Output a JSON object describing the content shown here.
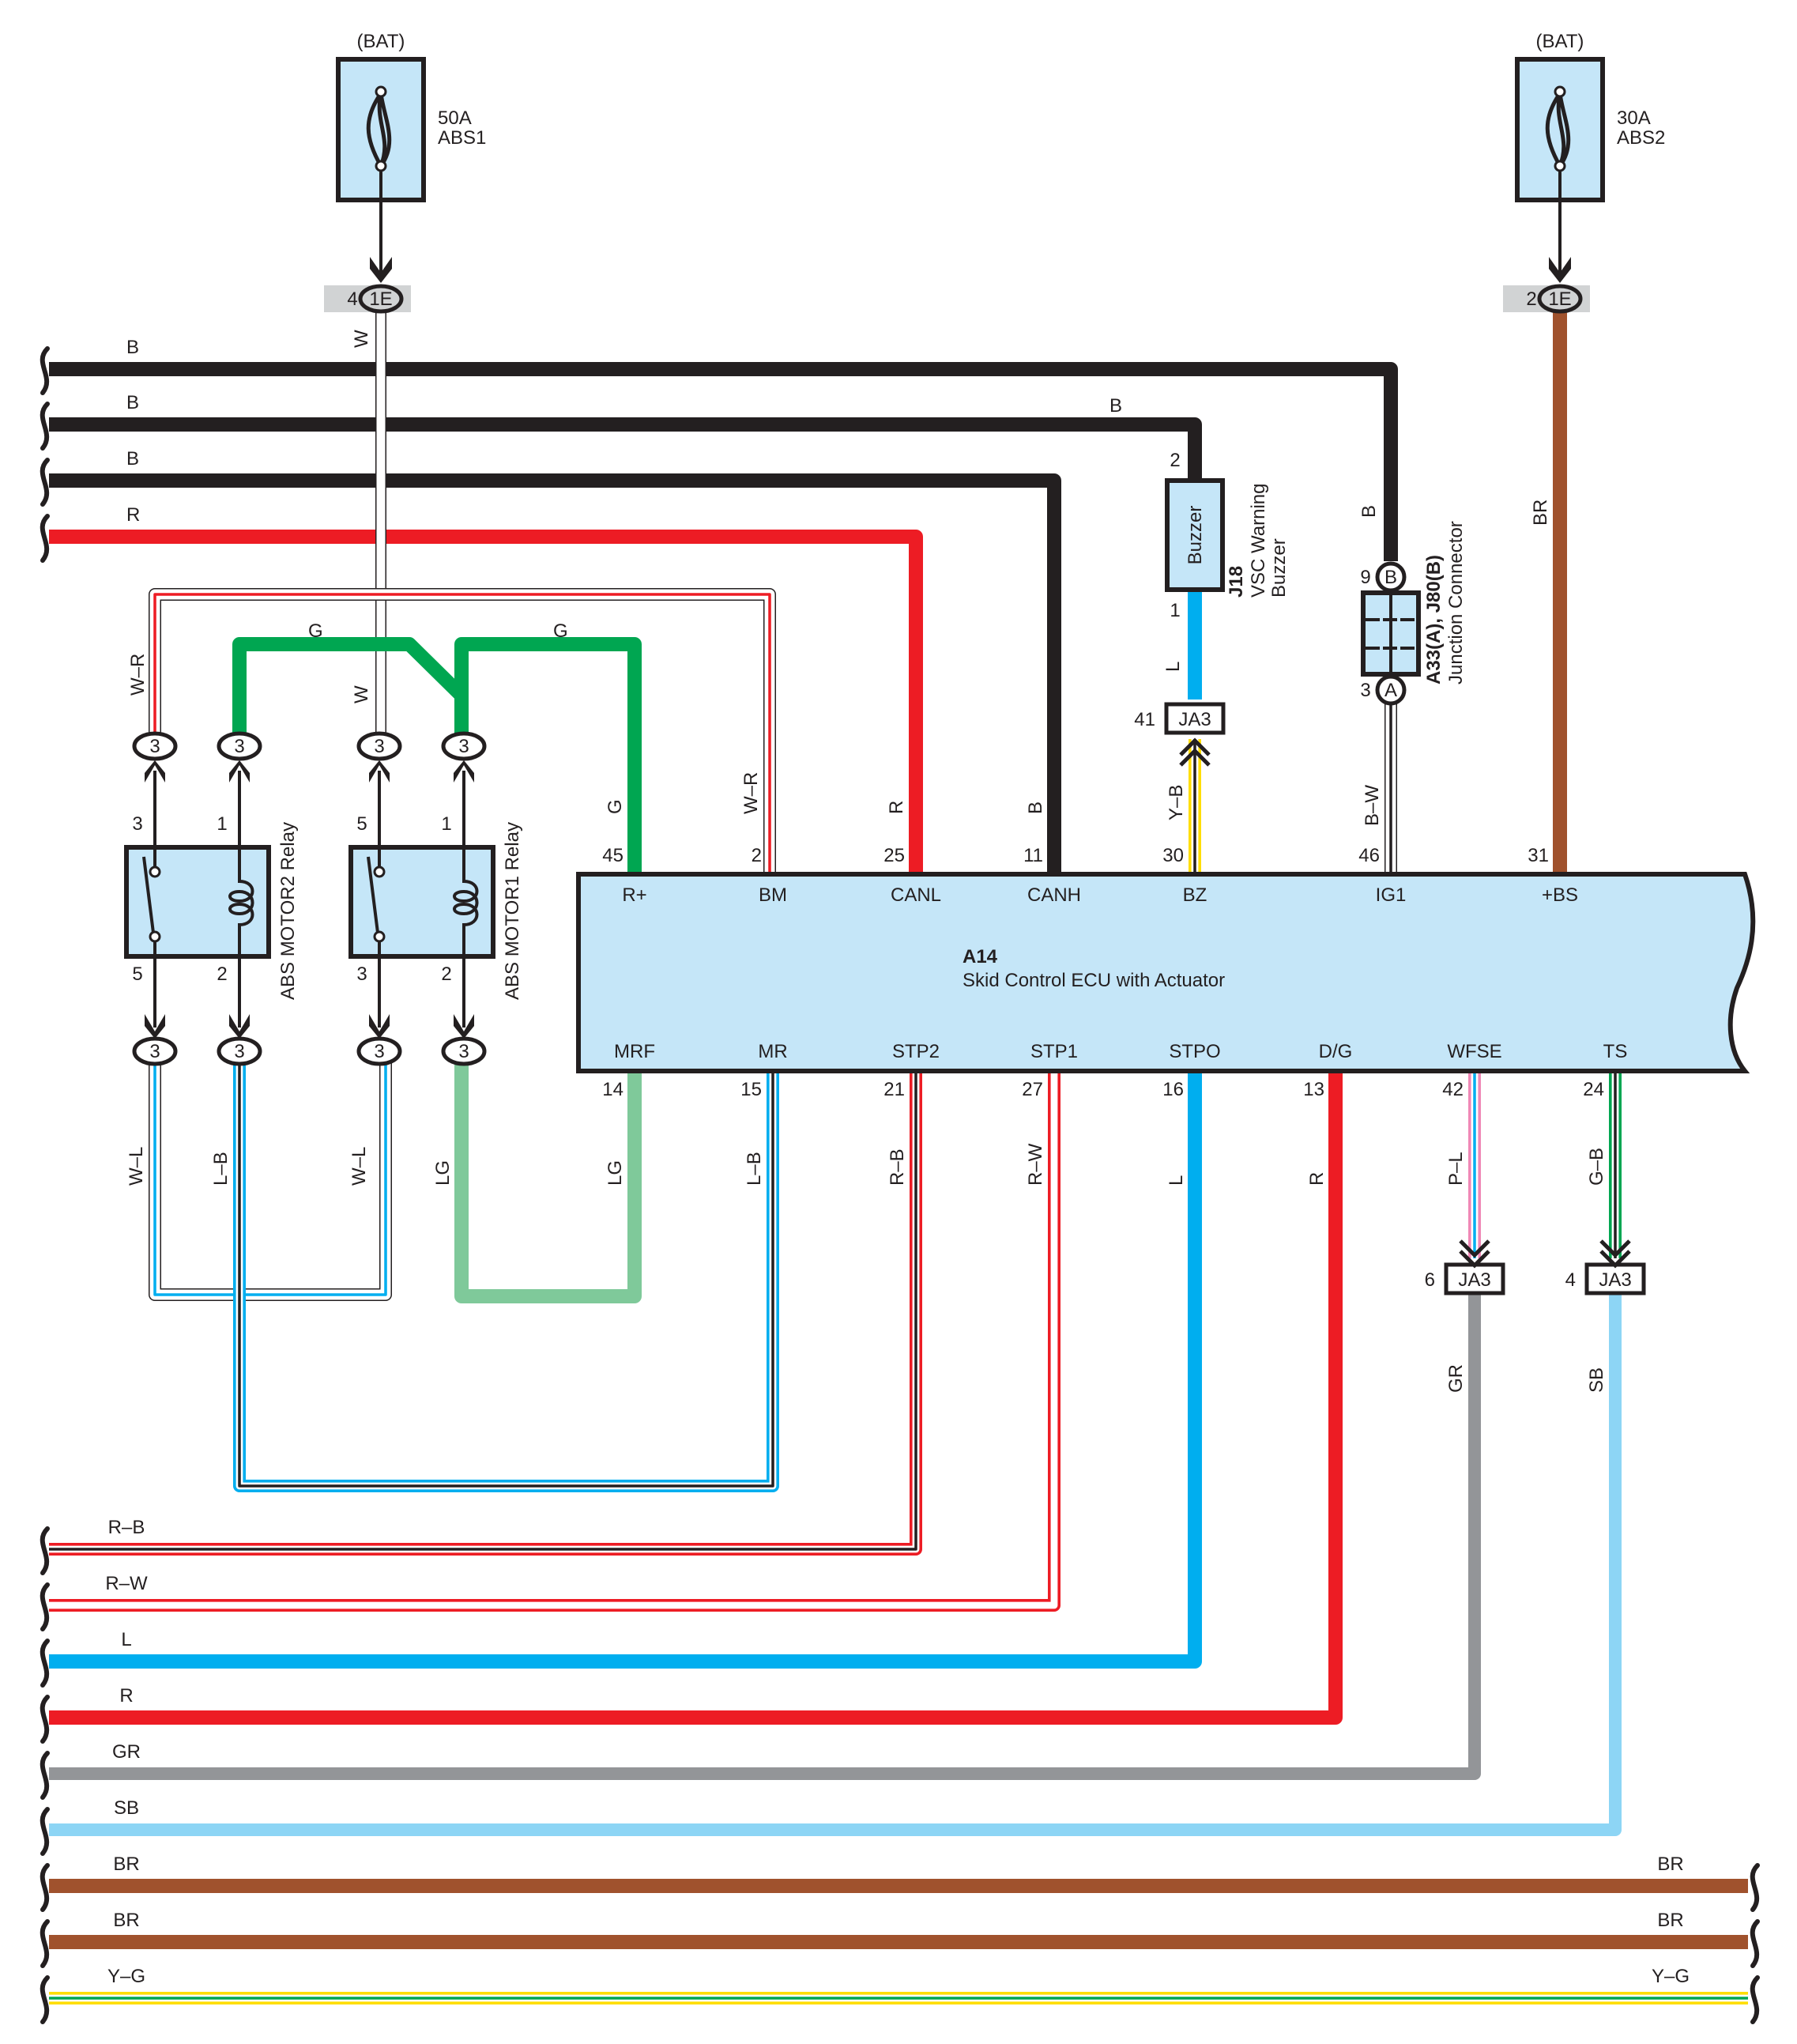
{
  "colors": {
    "B": "#231f20",
    "R": "#ed1c24",
    "W": "#ffffff",
    "G": "#00a651",
    "LG": "#7fc99a",
    "L": "#00aeef",
    "SB": "#8dd5f5",
    "BR": "#a0522d",
    "GR": "#939598",
    "Y": "#ffde00",
    "P": "#f088b6",
    "component_fill": "#c5e6f8",
    "connector_gray": "#d1d3d4"
  },
  "fuses": [
    {
      "id": "fuse-abs1",
      "source": "(BAT)",
      "rating": "50A",
      "name": "ABS1",
      "conn_pin": "4",
      "conn_id": "1E",
      "wire_color": "W"
    },
    {
      "id": "fuse-abs2",
      "source": "(BAT)",
      "rating": "30A",
      "name": "ABS2",
      "conn_pin": "2",
      "conn_id": "1E",
      "wire_color": "BR"
    }
  ],
  "ecu": {
    "code": "A14",
    "name": "Skid Control ECU with Actuator",
    "top_pins": [
      {
        "terminal": "R+",
        "pin": "45",
        "wire": "G"
      },
      {
        "terminal": "BM",
        "pin": "2",
        "wire": "W–R"
      },
      {
        "terminal": "CANL",
        "pin": "25",
        "wire": "R"
      },
      {
        "terminal": "CANH",
        "pin": "11",
        "wire": "B"
      },
      {
        "terminal": "BZ",
        "pin": "30",
        "wire": "Y–B"
      },
      {
        "terminal": "IG1",
        "pin": "46",
        "wire": "B–W"
      },
      {
        "terminal": "+BS",
        "pin": "31",
        "wire": "BR"
      }
    ],
    "bottom_pins": [
      {
        "terminal": "MRF",
        "pin": "14",
        "wire": "LG"
      },
      {
        "terminal": "MR",
        "pin": "15",
        "wire": "L–B"
      },
      {
        "terminal": "STP2",
        "pin": "21",
        "wire": "R–B"
      },
      {
        "terminal": "STP1",
        "pin": "27",
        "wire": "R–W"
      },
      {
        "terminal": "STPO",
        "pin": "16",
        "wire": "L"
      },
      {
        "terminal": "D/G",
        "pin": "13",
        "wire": "R"
      },
      {
        "terminal": "WFSE",
        "pin": "42",
        "wire": "P–L"
      },
      {
        "terminal": "TS",
        "pin": "24",
        "wire": "G–B"
      }
    ]
  },
  "relays": [
    {
      "name": "ABS MOTOR2 Relay",
      "pins_top": [
        "3",
        "1"
      ],
      "pins_bottom": [
        "5",
        "2"
      ],
      "top_wires": [
        "W–R",
        "G"
      ],
      "bottom_wires": [
        "W–L",
        "L–B"
      ],
      "conn_label": "3"
    },
    {
      "name": "ABS MOTOR1 Relay",
      "pins_top": [
        "5",
        "1"
      ],
      "pins_bottom": [
        "3",
        "2"
      ],
      "top_wires": [
        "W",
        "G"
      ],
      "bottom_wires": [
        "W–L",
        "LG"
      ],
      "conn_label": "3"
    }
  ],
  "buzzer": {
    "code": "J18",
    "name_line1": "VSC Warning",
    "name_line2": "Buzzer",
    "label": "Buzzer",
    "pin_top": "2",
    "pin_bottom": "1",
    "wire_top": "B",
    "wire_bottom": "L"
  },
  "junction": {
    "code": "A33(A), J80(B)",
    "name": "Junction Connector",
    "pin_top": "9",
    "pin_top_id": "B",
    "pin_bottom": "3",
    "pin_bottom_id": "A",
    "wire_top": "B",
    "wire_bottom": "B–W"
  },
  "ja3_connectors": [
    {
      "label": "JA3",
      "pin": "41",
      "wire_below": "Y–B",
      "wire_above": "L"
    },
    {
      "label": "JA3",
      "pin": "6",
      "wire_above": "P–L",
      "wire_below": "GR"
    },
    {
      "label": "JA3",
      "pin": "4",
      "wire_above": "G–B",
      "wire_below": "SB"
    }
  ],
  "top_bus_wires": [
    "B",
    "B",
    "B",
    "R"
  ],
  "bottom_bus_wires": [
    "R–B",
    "R–W",
    "L",
    "R",
    "GR",
    "SB",
    "BR",
    "BR",
    "Y–G"
  ],
  "right_bus_wires": [
    "BR",
    "BR",
    "Y–G"
  ],
  "misc_labels": {
    "g_wire_left": "G",
    "g_wire_right": "G",
    "w_wire_top": "W",
    "w_wire_mid": "W",
    "wr_wire": "W–R",
    "bw_wire": "B–W",
    "br_wire": "BR",
    "b_junction": "B",
    "b_buzzer_top": "B",
    "lg_left": "LG",
    "lg_right": "LG",
    "wl_left": "W–L",
    "wl_right": "W–L",
    "lb": "L–B"
  }
}
